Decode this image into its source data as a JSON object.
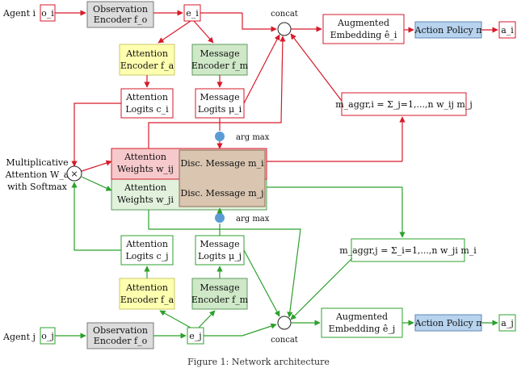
{
  "colors": {
    "red": "#d61a2a",
    "green": "#2ca02c",
    "dot": "#5b9bd5",
    "gray_fill": "#dcdcdc",
    "gray_stroke": "#7a7a7a",
    "yellow_fill": "#ffffb0",
    "yellow_stroke": "#c9c96a",
    "green_fill": "#cfe8c8",
    "green_stroke": "#5c9c5c",
    "blue_fill": "#b7d3ee",
    "blue_stroke": "#5f86b5",
    "red_fill": "#f6c9cc",
    "light_green_fill": "#e1f1dc",
    "tan_fill": "#d9c5b0",
    "tan_stroke": "#8c6e55"
  },
  "agent_i": {
    "label": "Agent i",
    "obs": "o_i",
    "obs_encoder": [
      "Observation",
      "Encoder f_o"
    ],
    "embedding": "e_i",
    "att_encoder": [
      "Attention",
      "Encoder f_a"
    ],
    "msg_encoder": [
      "Message",
      "Encoder f_m"
    ],
    "att_logits": [
      "Attention",
      "Logits c_i"
    ],
    "msg_logits": [
      "Message",
      "Logits μ_i"
    ],
    "concat": "concat",
    "aug_embedding": [
      "Augmented",
      "Embedding ê_i"
    ],
    "policy": "Action Policy π",
    "action": "a_i",
    "argmax": "arg max",
    "aggr": "m_aggr,i = Σ_j=1,...,n w_ij m_j"
  },
  "agent_j": {
    "label": "Agent j",
    "obs": "o_j",
    "obs_encoder": [
      "Observation",
      "Encoder f_o"
    ],
    "embedding": "e_j",
    "att_encoder": [
      "Attention",
      "Encoder f_a"
    ],
    "msg_encoder": [
      "Message",
      "Encoder f_m"
    ],
    "att_logits": [
      "Attention",
      "Logits c_j"
    ],
    "msg_logits": [
      "Message",
      "Logits μ_j"
    ],
    "concat": "concat",
    "aug_embedding": [
      "Augmented",
      "Embedding ê_j"
    ],
    "policy": "Action Policy π",
    "action": "a_j",
    "argmax": "arg max",
    "aggr": "m_aggr,j = Σ_i=1,...,n w_ji m_i"
  },
  "center": {
    "attention_label": [
      "Multiplicative",
      "Attention W_a",
      "with Softmax"
    ],
    "multiply_symbol": "×",
    "weights_ij": [
      "Attention",
      "Weights w_ij"
    ],
    "weights_ji": [
      "Attention",
      "Weights w_ji"
    ],
    "disc_msg_i": "Disc. Message m_i",
    "disc_msg_j": "Disc. Message m_j"
  },
  "caption": "Figure 1: Network architecture"
}
